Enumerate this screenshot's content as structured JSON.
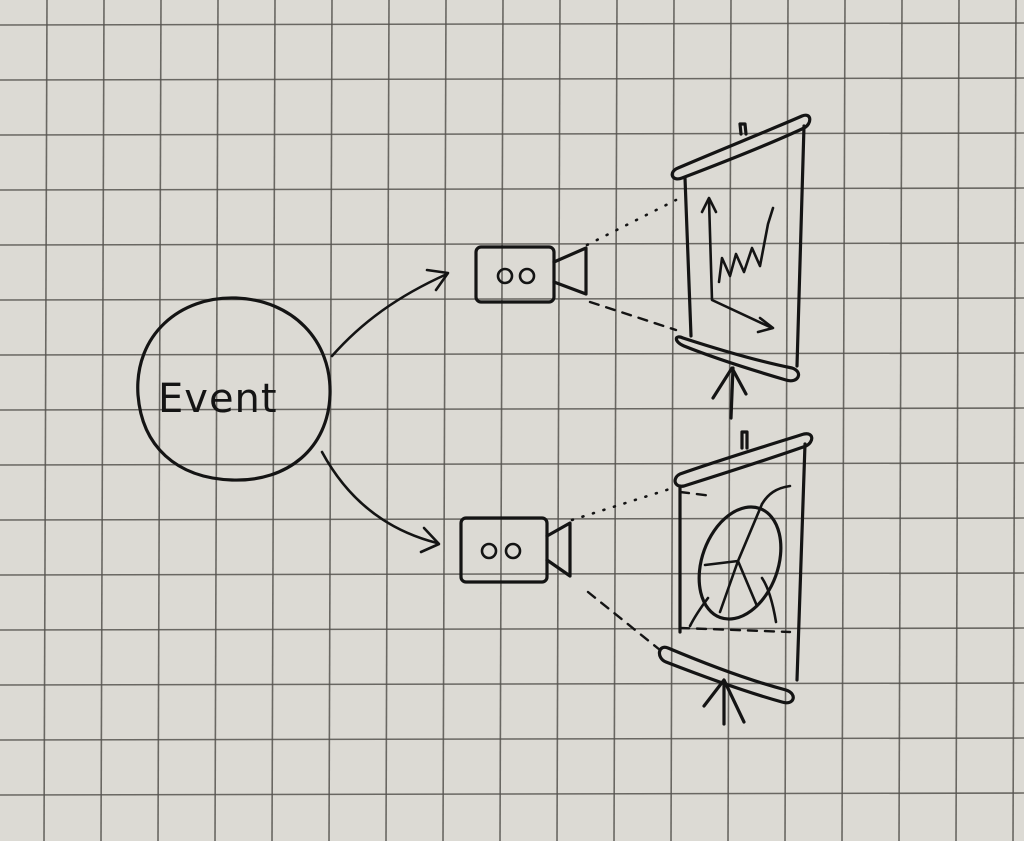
{
  "diagram": {
    "event_node": {
      "label": "Event"
    },
    "cameras": [
      {
        "name": "camera-top"
      },
      {
        "name": "camera-bottom"
      }
    ],
    "screens": [
      {
        "content": "line-chart"
      },
      {
        "content": "pie-chart"
      }
    ],
    "colors": {
      "paper": "#dcdad4",
      "grid": "#55534f",
      "ink": "#141414"
    }
  }
}
